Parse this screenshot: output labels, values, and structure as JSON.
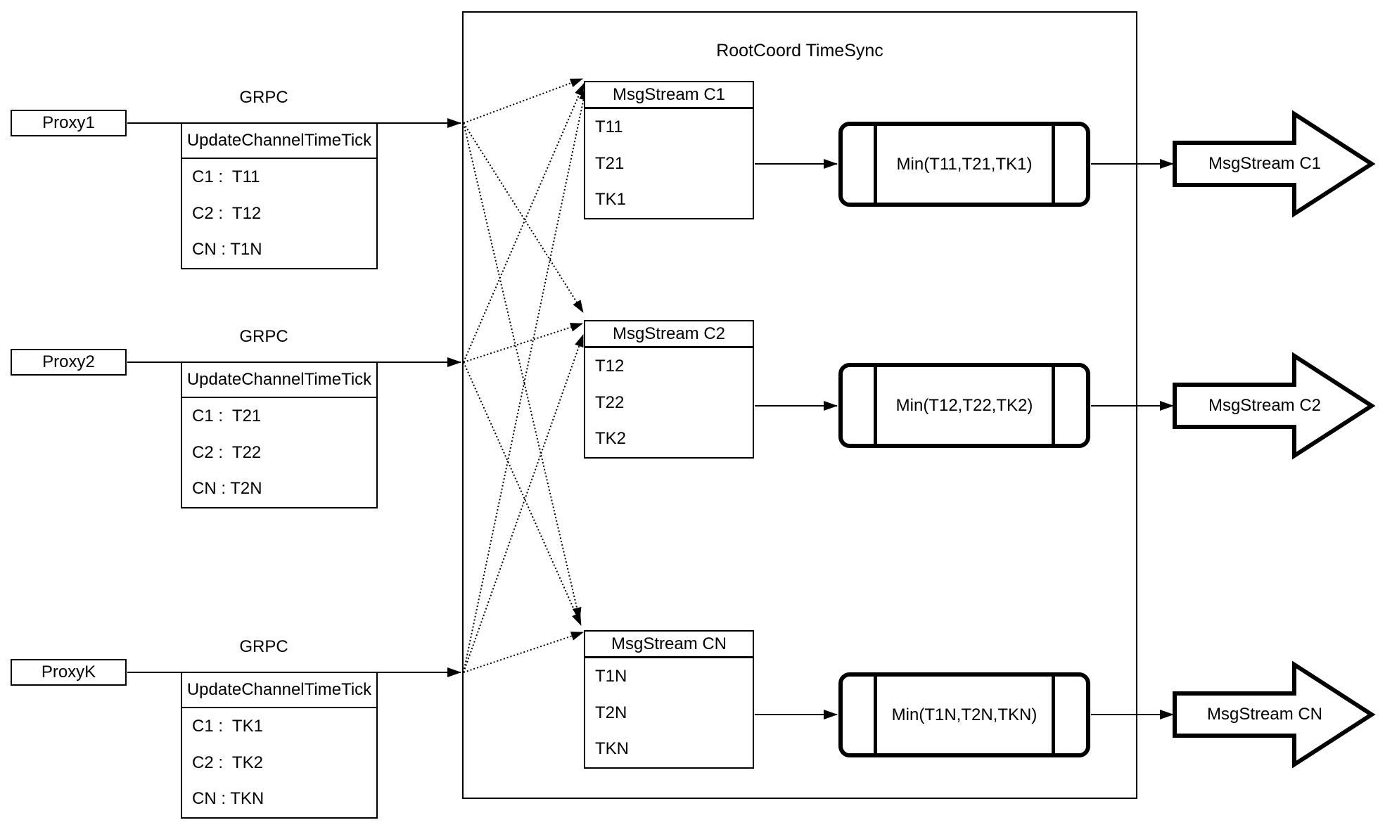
{
  "title": "RootCoord TimeSync",
  "colors": {
    "stroke": "#000000",
    "background": "#ffffff"
  },
  "proxies": [
    {
      "label": "Proxy1",
      "protocol": "GRPC",
      "message": {
        "title": "UpdateChannelTimeTick",
        "entries": [
          "C1 :  T11",
          "C2 :  T12",
          "CN : T1N"
        ]
      }
    },
    {
      "label": "Proxy2",
      "protocol": "GRPC",
      "message": {
        "title": "UpdateChannelTimeTick",
        "entries": [
          "C1 :  T21",
          "C2 :  T22",
          "CN : T2N"
        ]
      }
    },
    {
      "label": "ProxyK",
      "protocol": "GRPC",
      "message": {
        "title": "UpdateChannelTimeTick",
        "entries": [
          "C1 :  TK1",
          "C2 :  TK2",
          "CN : TKN"
        ]
      }
    }
  ],
  "streams": [
    {
      "title": "MsgStream C1",
      "ticks": [
        "T11",
        "T21",
        "TK1"
      ],
      "min": "Min(T11,T21,TK1)",
      "output": "MsgStream C1"
    },
    {
      "title": "MsgStream C2",
      "ticks": [
        "T12",
        "T22",
        "TK2"
      ],
      "min": "Min(T12,T22,TK2)",
      "output": "MsgStream C2"
    },
    {
      "title": "MsgStream CN",
      "ticks": [
        "T1N",
        "T2N",
        "TKN"
      ],
      "min": "Min(T1N,T2N,TKN)",
      "output": "MsgStream CN"
    }
  ]
}
